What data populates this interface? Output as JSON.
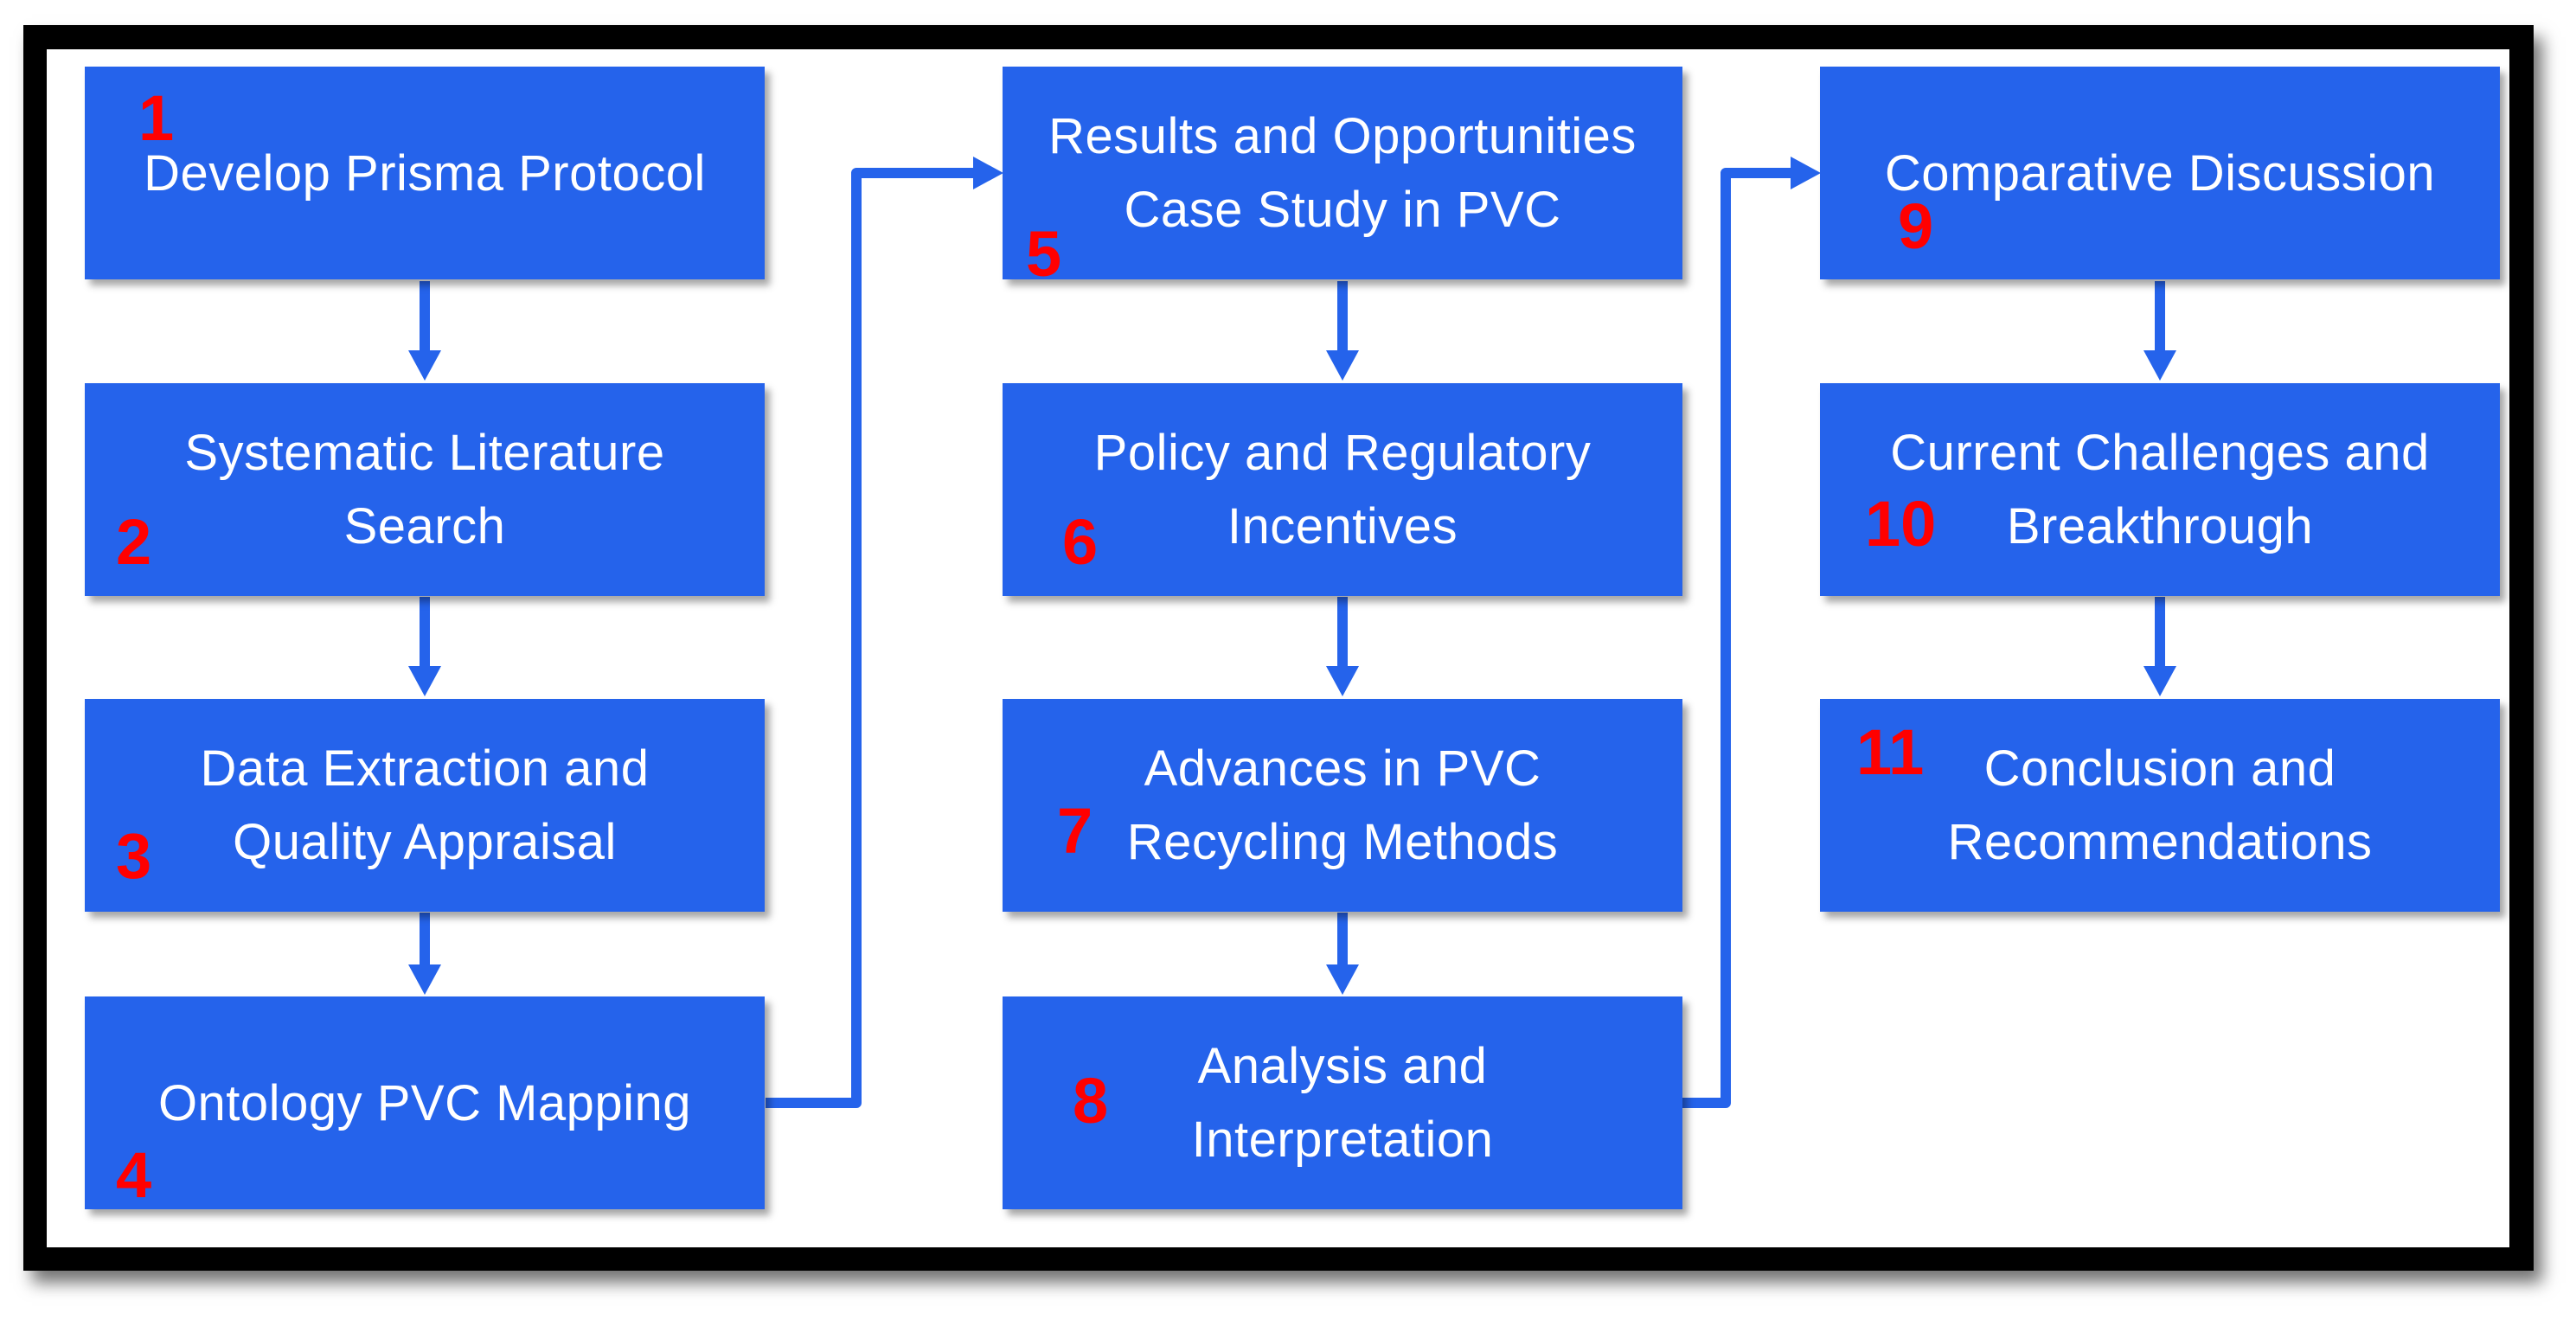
{
  "steps": [
    {
      "number": "1",
      "label": "Develop Prisma Protocol"
    },
    {
      "number": "2",
      "label": "Systematic Literature Search"
    },
    {
      "number": "3",
      "label": "Data Extraction and Quality Appraisal"
    },
    {
      "number": "4",
      "label": "Ontology PVC Mapping"
    },
    {
      "number": "5",
      "label": "Results and Opportunities Case Study in PVC"
    },
    {
      "number": "6",
      "label": "Policy and Regulatory Incentives"
    },
    {
      "number": "7",
      "label": "Advances in PVC Recycling Methods"
    },
    {
      "number": "8",
      "label": "Analysis and Interpretation"
    },
    {
      "number": "9",
      "label": "Comparative Discussion"
    },
    {
      "number": "10",
      "label": "Current Challenges and Breakthrough"
    },
    {
      "number": "11",
      "label": "Conclusion and Recommendations"
    }
  ],
  "colors": {
    "box": "#2563eb",
    "text": "#ffffff",
    "number": "#ff0000",
    "frame": "#000000",
    "connector": "#2563eb"
  }
}
